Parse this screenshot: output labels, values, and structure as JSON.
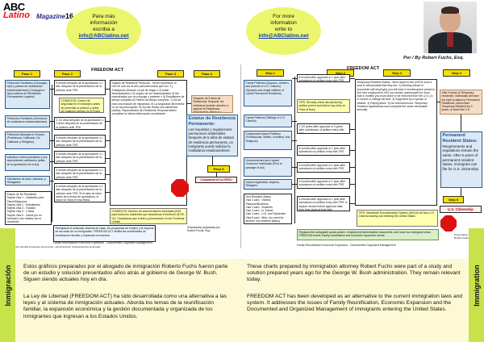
{
  "masthead": {
    "abc": "ABC",
    "latino": "Latino",
    "magazine": "Magazine",
    "issue": "16"
  },
  "bubbles": {
    "es": {
      "l1": "Para más",
      "l2": "información",
      "l3": "escriba a",
      "email": "info@ABClatino.net"
    },
    "en": {
      "l1": "For more",
      "l2": "information",
      "l3": "write to",
      "email": "info@ABClatino.net"
    }
  },
  "byline": "Por / By Robert Fuchs, Esq.",
  "es_chart": {
    "title": "FREEDOM ACT",
    "steps": [
      "Paso 1",
      "Paso 2",
      "Paso 3",
      "Paso 4"
    ],
    "col1": [
      "Peticiones Familiares (Cónyuges, hijos y padres de ciudadanos estadounidenses) (Cónyuges e hijos solteros de Residentes Permanentes Legales)",
      "Peticiones Familiares (Hermanos de ciudadanos estadounidenses)",
      "Peticiones Basadas en Empleo (Profesional, Calificado, No Calificado y Religioso)",
      "Individuos Indocumentados y sus dependientes calificados (antes de la aprobación de la ley)",
      "Solicitantes de Asilo, Asilados, y Refugiados",
      "Estado de No Residente\nTarjeta Visa 1 - Visitantes para Placer/Negocios\nTarjeta Visa 2 - Estudiantes\nTarjeta Visa 3 - Tránsito\nTarjeta Visa 4 - 2 años\nTarjeta Visa 5 - Varios (no es necesario otro estatus de no residente)"
    ],
    "col2": [
      "6 meses después de la aprobación o 1 año después de la presentación de la petición ante TRS",
      "CONSEJOS: Control de seguridad en el extranjero antes de presentar la petición y antes de cualquier ingreso en el Punto de Entrada",
      "2 1/2 años después de la aprobación o 3 años después de la presentación de la petición ante TRS",
      "6 meses después de la aprobación o 1 año después de la presentación de la petición ante TRS",
      "6 meses después de la aprobación o 1 año después de la presentación de la petición ante TRS",
      "6 meses después de la aprobación o 1 año después de la presentación de la petición ante TRS",
      "6 meses después de la aprobación o 1 año después de la presentación de la petición ante TRS. Si el asilo se retiró antes de la fecha de aprobación, el plazo se inicia en esa fecha"
    ],
    "col3": "Estatus de Residente Temporal - Deben reportarse al USCIS una vez al año para demostrar que son: 1) Trabajando (Buscan un job de hogar o 2) están desempleados o 3) seguro de ser desempleados 4) Ser manutenidos por un cónyuge o pariente o 5) Estudiantes de tiempo completo 6) Padres de tiempo completo. 7) No se nota una evasión de impuestos. 8) La seguridad del exterior no se ha preocupado. 9) No han tenido una asistencia pública. Dependientes del Residente Temporal deben completar la misma información anualmente.",
    "col3_tips": "CONSEJOS: Número de documentación inmediata (IDD) para todos los residentes que abandonan el territorio de EE. UU. Ciudadanos que entran y permanecen en las Fronteras Unidas",
    "col4": "Después de 5 años de Residencia Temporal, los individuos tendrán derecho a adquirir la Residencia Permanente, tienen su Residencia Temporal por 3 años o su cónyuge de EE.UU.",
    "col4_head": "Estatus de Residencia Permanente:",
    "col4_body": "Los requisitos y regulaciones permanecen inalterables. Después de 5 años de estatus de residencia permanente, un inmigrante puede solicitar la ciudadanía estadounidense.",
    "paso5": "Paso 5",
    "citizenship": "Ciudadanía de los EEUU",
    "bottom": "Reemplaza el anticuado sistema de visas, los programas de empleo y la mayoría de las visas de no inmigrantes. FREEDOM ACT facilita las necesidades de reunificación familiar y expansión económica.",
    "prep": "Preparación preparada por:",
    "prep_name": "Robert Fuchs, Esq.",
    "footer": "Family Reunification Economic Expansion - Documented Organized Management",
    "footer2": "Reunificación Familiar Expansión Económica - Administración Organizada Documentada"
  },
  "en_chart": {
    "title": "FREEDOM ACT",
    "steps": [
      "Step 1",
      "Step 2",
      "Step 3",
      "Step 4",
      "Step 5"
    ],
    "col1": [
      "Family Petitions (Spouses, children, and parents of U.S. Citizens) (Spouses and single children of Lawful Permanent Residents)",
      "Family Petitions (Siblings of U.S. Citizens)",
      "Employment Based Petitions (Professional, Skilled, Unskilled, and Religious)",
      "Undocumented and Lapsed Document Individuals (Prior to passage of Act)",
      "Asylum Applicants, Asylees, Refugees",
      "Non-Resident Status\nVisa 1 card - Visitors Pleasure/Business\nVisa 2 card - Students\nVisa 3 card - In Transit\nVisa 4 card - U.N. and Diplomats\nVisa 5 card - Misc. (no need for another non-resident status)"
    ],
    "col2": [
      "6 months after approval or 1 year after submission of petition entry with TRS",
      "TIPS: Security check abroad during petition period and before any entry at Point of Entry",
      "2 1/2 years after approval or 3 years after submission of petition entry with TRS",
      "6 months after approval or 1 year after submission of petition entry with TRS",
      "6 months after approval or 1 year after submission of petition entry with TRS",
      "6 months after approval or 1 year after submission of petition entry with TRS",
      "6 months after approval or 1 year after submission of petition entry with TRS. If asylum denied before approval date, then time starts at that date"
    ],
    "col3": "Temporary Resident Status - Must report to the USCIS once a year to demonstrate that they are: 1) Working (Head of household self-employed you will have 6 months grace period to find new employment, 500 you remain unemployed for more than 6 months you must leave or be removed from the U.S.) 2) In school or college full time. 3) Supported by a spouse or relative. 4) Paying taxes. 5) No criminal record. Temporary Resident dependants must complete the same information annually.",
    "col3_tips": "TIPS: Immediate Documentation System (IDS) for all Non-U.S. Citizens leaving and entering the United States",
    "col4": "After 5 years of Temporary residence, individuals will have the right to adjust to Permanent Residence, renew their Temporary Resident for 3 years, or leave the U.S.",
    "col4_head": "Permanent Resident Status:",
    "col4_body": "Requirements and regulations remain the same. After 5 years of permanent resident status, immigrant can file for U.S. citizenship.",
    "citizenship": "U.S. Citizenship",
    "bottom": "Replaces the antiquated quota system, employment authorization documents, and most non-immigrant visas. FREEDOM meets Family reunification and economic expansion needs.",
    "prep": "Presentation prepared by:",
    "prep_name": "Robert Fuchs, Esq.",
    "footer": "Family Reunification Economic Expansion - Documented Organized Management"
  },
  "bottom": {
    "banner_es": "Inmigración",
    "banner_en": "Immigration",
    "es_p1": "Estos gráficos preparados por el abogado de inmigración Roberto Fuchs fueron parte de un estudio y solución presentados años atrás al gobierno de George W. Bush. Siguen siendo actuales hoy en día.",
    "es_p2": "La Ley de Libertad (FREEDOM ACT) ha sido desarrollada como una alternativa a las leyes y al sistema de inmigración actuales. Aborda los temas de la reunificación familiar, la expansión económica y la gestión documentada y organizada de los inmigrantes que ingresan a los Estados Unidos.",
    "en_p1": "These charts prepared by immigration attorney Robert Fuchs were part of a study and solution prepared years ago for the George W. Bush administration. They remain relevant today.",
    "en_p2": "FREEDOM ACT has been developed as an alternative to the current immigration laws and system. It addresses the issues of Family Reunification, Economic Expansion and the Documented and Organized Management of immigrants entering the United States."
  },
  "colors": {
    "bubble": "#ecf66c",
    "step": "#f5e000",
    "stop": "#dd1111",
    "banner": "#c7e24a",
    "lowerbg": "#fdf9d4",
    "link": "#1340b8"
  }
}
